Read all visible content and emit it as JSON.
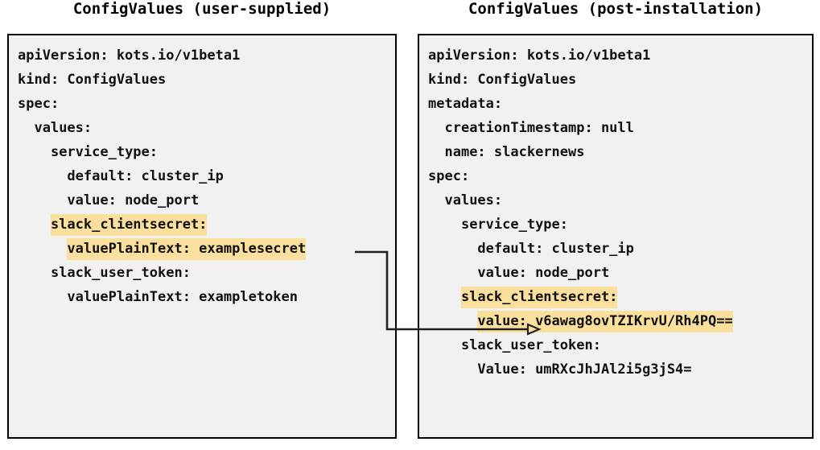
{
  "colors": {
    "highlight": "#fbdf9d",
    "box_background": "#f1f1f1",
    "box_border": "#000000",
    "text": "#111111",
    "connector": "#222222"
  },
  "panels": {
    "left": {
      "title": "ConfigValues (user-supplied)",
      "lines": [
        {
          "text": "apiVersion: kots.io/v1beta1",
          "highlighted": false
        },
        {
          "text": "kind: ConfigValues",
          "highlighted": false
        },
        {
          "text": "spec:",
          "highlighted": false
        },
        {
          "text": "  values:",
          "highlighted": false
        },
        {
          "text": "    service_type:",
          "highlighted": false
        },
        {
          "text": "      default: cluster_ip",
          "highlighted": false
        },
        {
          "text": "      value: node_port",
          "highlighted": false
        },
        {
          "text": "    slack_clientsecret:",
          "highlighted": true
        },
        {
          "text": "      valuePlainText: examplesecret",
          "highlighted": true
        },
        {
          "text": "    slack_user_token:",
          "highlighted": false
        },
        {
          "text": "      valuePlainText: exampletoken",
          "highlighted": false
        }
      ]
    },
    "right": {
      "title": "ConfigValues (post-installation)",
      "lines": [
        {
          "text": "apiVersion: kots.io/v1beta1",
          "highlighted": false
        },
        {
          "text": "kind: ConfigValues",
          "highlighted": false
        },
        {
          "text": "metadata:",
          "highlighted": false
        },
        {
          "text": "  creationTimestamp: null",
          "highlighted": false
        },
        {
          "text": "  name: slackernews",
          "highlighted": false
        },
        {
          "text": "spec:",
          "highlighted": false
        },
        {
          "text": "  values:",
          "highlighted": false
        },
        {
          "text": "    service_type:",
          "highlighted": false
        },
        {
          "text": "      default: cluster_ip",
          "highlighted": false
        },
        {
          "text": "      value: node_port",
          "highlighted": false
        },
        {
          "text": "    slack_clientsecret:",
          "highlighted": true
        },
        {
          "text": "      value: v6awag8ovTZIKrvU/Rh4PQ==",
          "highlighted": true
        },
        {
          "text": "    slack_user_token:",
          "highlighted": false
        },
        {
          "text": "      Value: umRXcJhJAl2i5g3jS4=",
          "highlighted": false
        }
      ]
    }
  },
  "connector": {
    "label": "encrypted-value-mapping-arrow",
    "from_line": "valuePlainText: examplesecret",
    "to_line": "value: v6awag8ovTZIKrvU/Rh4PQ=="
  }
}
